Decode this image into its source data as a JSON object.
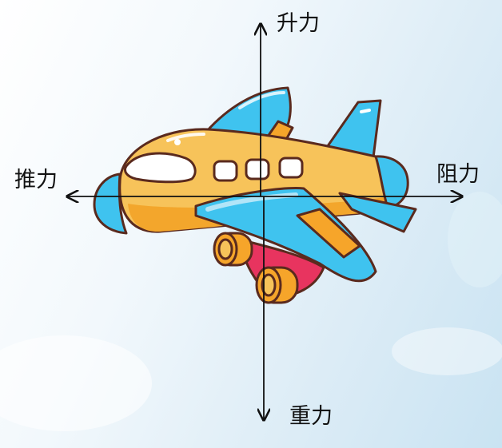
{
  "forces": {
    "lift": "升力",
    "thrust": "推力",
    "drag": "阻力",
    "gravity": "重力"
  },
  "colors": {
    "fuselage": "#f7c35a",
    "fuselage_shade": "#f3a62c",
    "wing": "#3fc3ef",
    "wing_light": "#bfe9f8",
    "engine": "#f6a52a",
    "exhaust": "#e8345f",
    "outline": "#5a2a1e",
    "arrow": "#111111"
  },
  "icons": {
    "airplane": "cartoon-airplane-icon"
  }
}
